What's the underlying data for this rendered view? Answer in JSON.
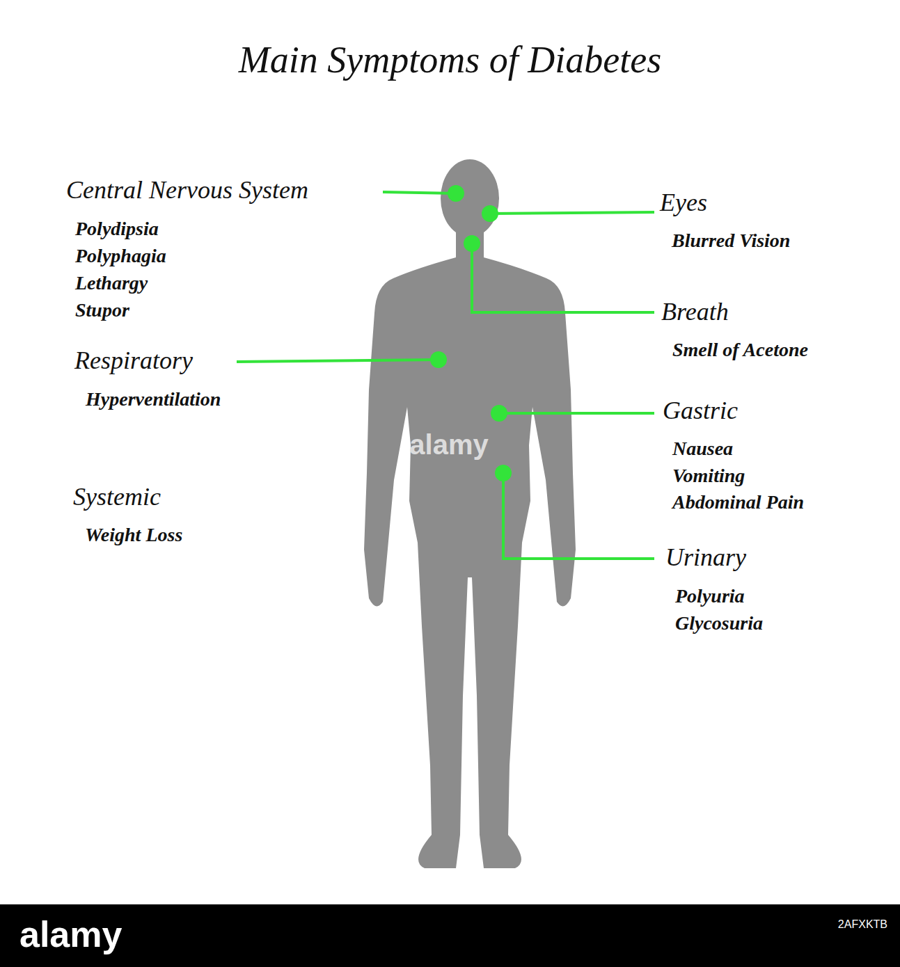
{
  "diagram": {
    "title": "Main Symptoms of Diabetes",
    "labels": [
      "Central Nervous System",
      "Polydipsia",
      "Polyphagia",
      "Lethargy",
      "Stupor",
      "Respiratory",
      "Hyperventilation",
      "Systemic",
      "Weight Loss",
      "Eyes",
      "Blurred Vision",
      "Breath",
      "Smell of Acetone",
      "Gastric",
      "Nausea",
      "Vomiting",
      "Abdominal Pain",
      "Urinary",
      "Polyuria",
      "Glycosuria",
      "alamy",
      "alamy",
      "2AFXKTB"
    ]
  }
}
